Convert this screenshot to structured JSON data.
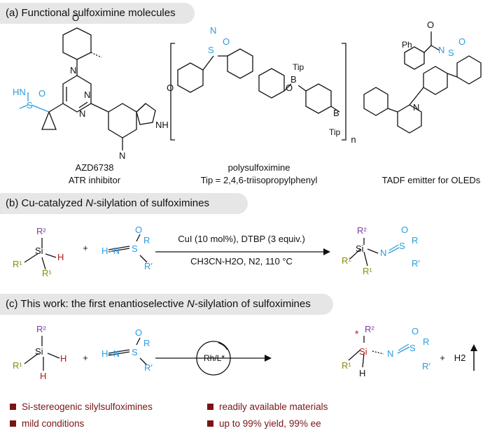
{
  "section_a": {
    "title": "(a) Functional sulfoximine molecules",
    "mol1_name": "AZD6738",
    "mol1_desc": "ATR inhibitor",
    "mol2_name": "polysulfoximine",
    "mol2_desc": "Tip = 2,4,6-triisopropylphenyl",
    "mol3_desc": "TADF emitter for OLEDs",
    "repeat_n": "n"
  },
  "section_b": {
    "title_prefix": "(b) Cu-catalyzed ",
    "title_italic": "N",
    "title_suffix": "-silylation of sulfoximines",
    "conditions_top": "CuI (10 mol%), DTBP (3 equiv.)",
    "conditions_bottom": "CH3CN-H2O, N2, 110 °C",
    "plus": "+"
  },
  "section_c": {
    "title_prefix": "(c) This work: the first enantioselective ",
    "title_italic": "N",
    "title_suffix": "-silylation of sulfoximines",
    "catalyst": "Rh/L*",
    "plus": "+",
    "byproduct": "H2",
    "bullets": [
      "Si-stereogenic silylsulfoximines",
      "readily available materials",
      "mild conditions",
      "up to 99% yield, 99% ee"
    ]
  },
  "colors": {
    "sulfur_group": "#2a9de0",
    "r2": "#7a3fa0",
    "r1": "#8a8a10",
    "h_si": "#b01818",
    "bullet": "#7a1414"
  }
}
